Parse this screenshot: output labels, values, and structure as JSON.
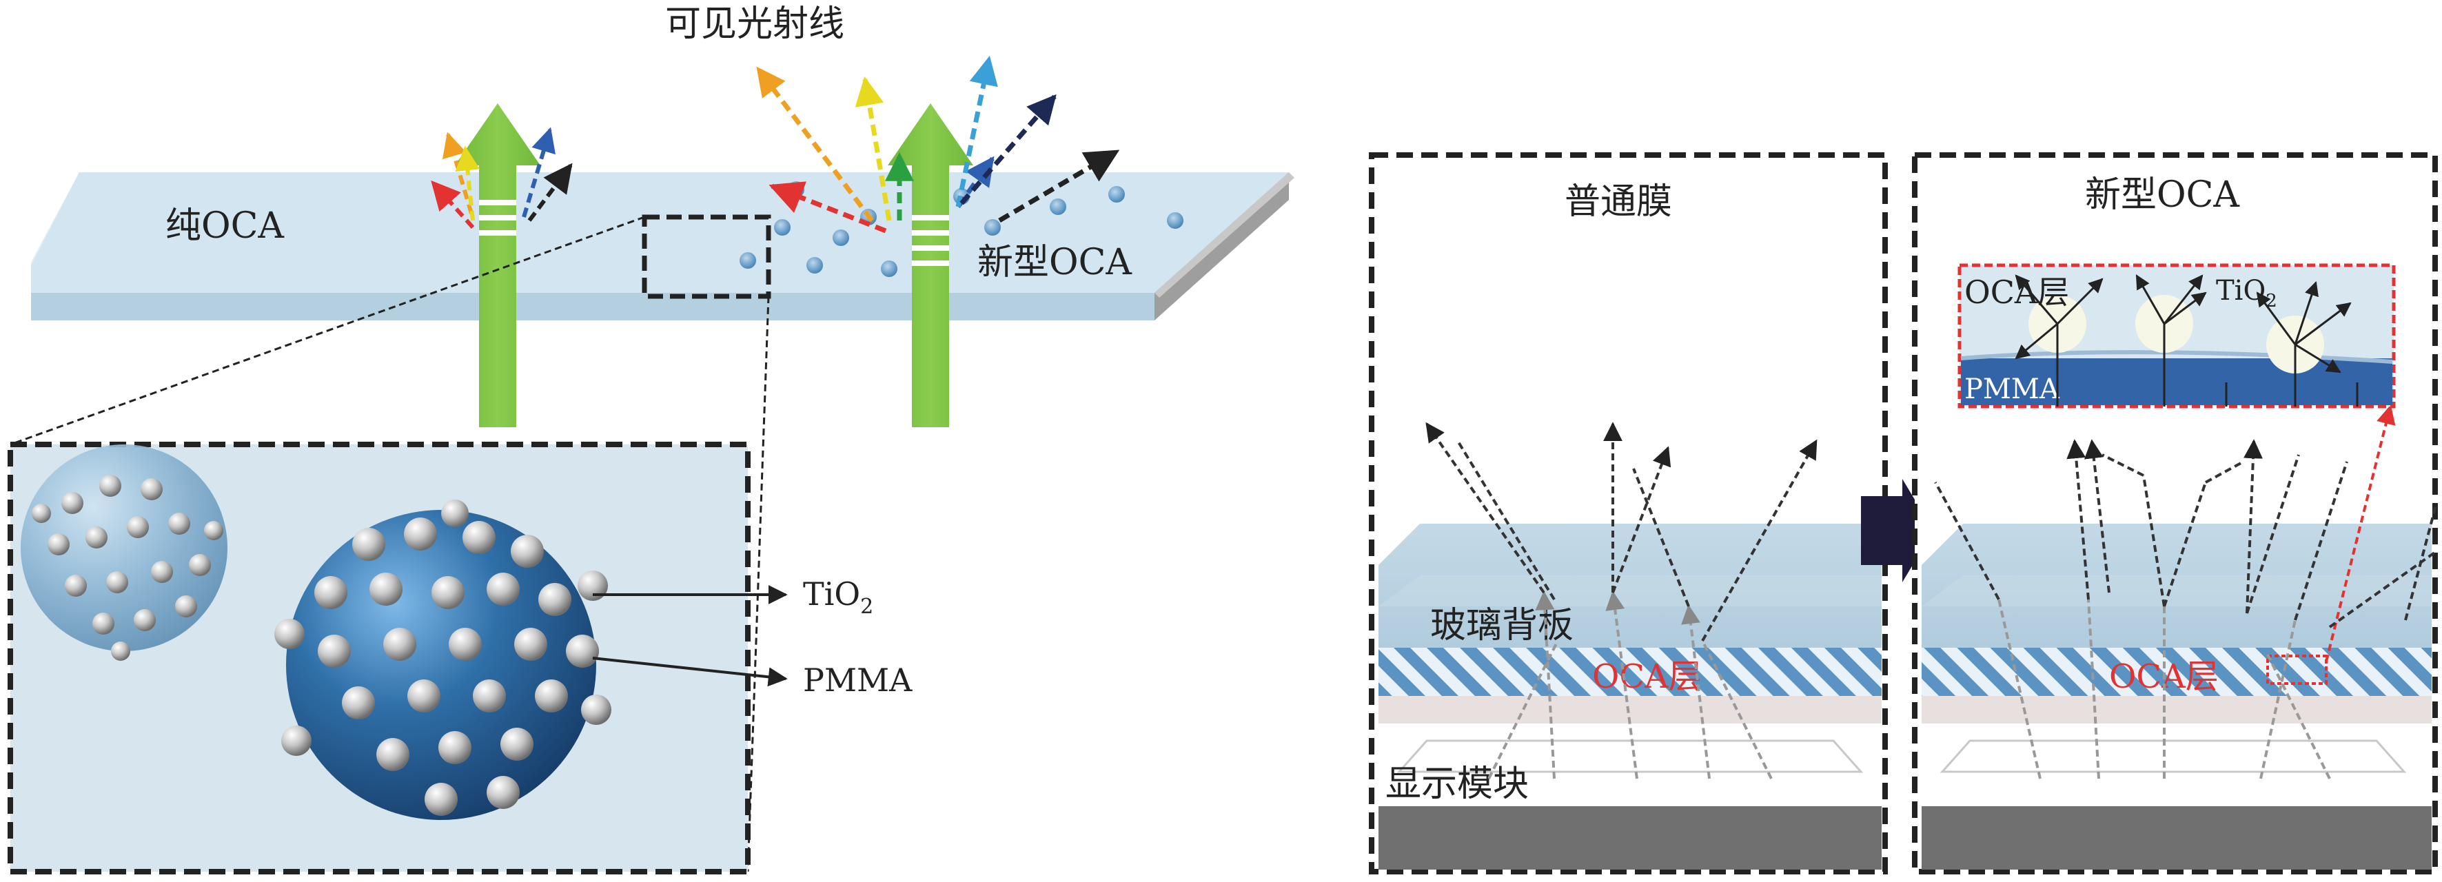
{
  "labels": {
    "visible_rays": "可见光射线",
    "pure_oca": "纯OCA",
    "new_oca_strip": "新型OCA",
    "tio2_main": "Ti",
    "tio2_sub": "2",
    "tio2_o": "O",
    "pmma_main": "PMMA",
    "panel_normal_title": "普通膜",
    "panel_new_title": "新型OCA",
    "glass_backplane": "玻璃背板",
    "oca_layer_normal": "OCA层",
    "oca_layer_new": "OCA层",
    "display_module": "显示模块",
    "inset_oca_layer": "OCA层",
    "inset_tio2_main": "Ti",
    "inset_tio2_o": "O",
    "inset_tio2_sub": "2",
    "inset_pmma": "PMMA"
  },
  "colors": {
    "green_arrow": "#7cc142",
    "film": "#cfe3ee",
    "sphere_blue": "#2f6fa8",
    "oca_red": "#e23232",
    "pmma_band": "#3464a8",
    "dark_arrow": "#1e1c3a"
  },
  "icons": [
    "green-light-arrow-icon",
    "tio2-pmma-sphere-icon",
    "ray-arrow-icon",
    "transition-arrow-icon"
  ]
}
